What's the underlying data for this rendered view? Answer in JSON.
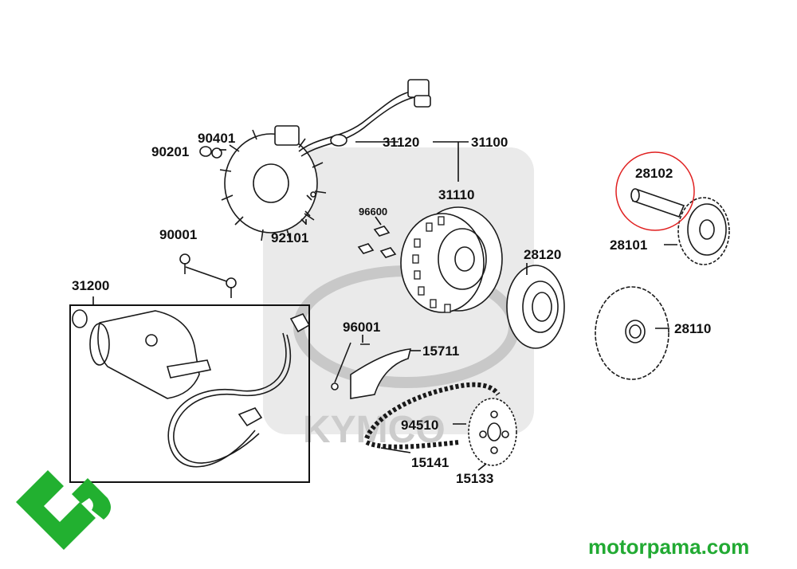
{
  "watermark": {
    "brand": "KYMCO"
  },
  "parts": {
    "p90401": "90401",
    "p90201": "90201",
    "p31120": "31120",
    "p31100": "31100",
    "p31110": "31110",
    "p92101": "92101",
    "p96600": "96600",
    "p90001": "90001",
    "p31200": "31200",
    "p28120": "28120",
    "p96001": "96001",
    "p15711": "15711",
    "p94510": "94510",
    "p15141": "15141",
    "p15133": "15133",
    "p28102": "28102",
    "p28101": "28101",
    "p28110": "28110"
  },
  "highlight": {
    "part": "28102",
    "color": "#e02020"
  },
  "footer": {
    "site": "motorpama.com",
    "color": "#22aa33"
  },
  "logo": {
    "icon": "motorpama-mp-logo",
    "color": "#22b030"
  }
}
